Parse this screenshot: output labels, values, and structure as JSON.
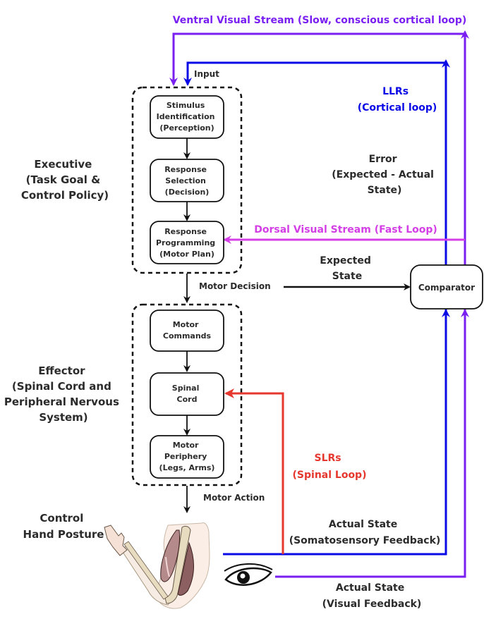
{
  "colors": {
    "ventral": "#7a1ff2",
    "cortical": "#0a0ae6",
    "dorsal": "#d43ee6",
    "spinal": "#e5372e",
    "text": "#2b2b2b"
  },
  "loops": {
    "ventral": "Ventral Visual Stream (Slow, conscious cortical loop)",
    "dorsal": "Dorsal Visual Stream (Fast Loop)",
    "llrs": [
      "LLRs",
      "(Cortical loop)"
    ],
    "slrs": [
      "SLRs",
      "(Spinal Loop)"
    ]
  },
  "labels": {
    "input": "Input",
    "motor_decision": "Motor Decision",
    "motor_action": "Motor Action",
    "expected_state": [
      "Expected",
      "State"
    ],
    "error": [
      "Error",
      "(Expected - Actual",
      "State)"
    ],
    "actual_somato": [
      "Actual State",
      "(Somatosensory Feedback)"
    ],
    "actual_visual": [
      "Actual State",
      "(Visual Feedback)"
    ],
    "control_posture": [
      "Control",
      "Hand Posture"
    ]
  },
  "executive": {
    "title": [
      "Executive",
      "(Task Goal &",
      "Control Policy)"
    ],
    "boxes": [
      [
        "Stimulus",
        "Identification",
        "(Perception)"
      ],
      [
        "Response",
        "Selection",
        "(Decision)"
      ],
      [
        "Response",
        "Programming",
        "(Motor Plan)"
      ]
    ]
  },
  "effector": {
    "title": [
      "Effector",
      "(Spinal Cord and",
      "Peripheral Nervous",
      "System)"
    ],
    "boxes": [
      [
        "Motor",
        "Commands"
      ],
      [
        "Spinal",
        "Cord"
      ],
      [
        "Motor",
        "Periphery",
        "(Legs, Arms)"
      ]
    ]
  },
  "comparator": "Comparator",
  "icons": [
    "arm-icon",
    "eye-icon"
  ]
}
